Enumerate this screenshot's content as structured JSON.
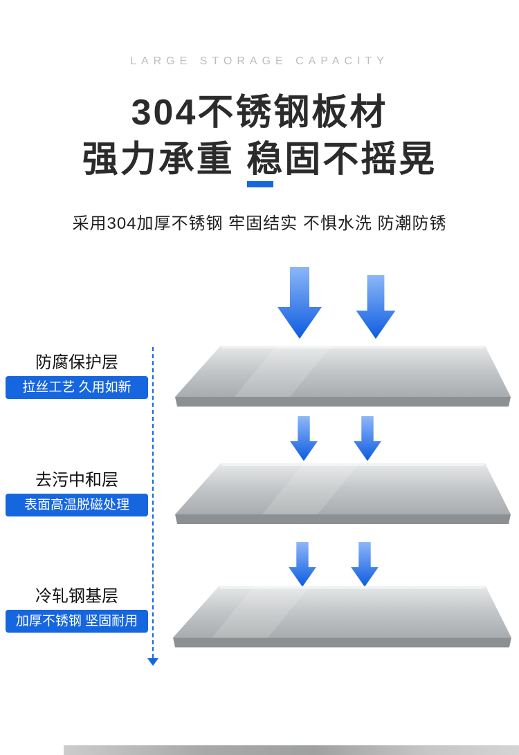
{
  "header": {
    "eyebrow": "LARGE STORAGE CAPACITY",
    "title_line1": "304不锈钢板材",
    "title_line2": "强力承重 稳固不摇晃",
    "subtitle": "采用304加厚不锈钢 牢固结实 不惧水洗 防潮防锈"
  },
  "layers": [
    {
      "label": "防腐保护层",
      "badge": "拉丝工艺 久用如新"
    },
    {
      "label": "去污中和层",
      "badge": "表面高温脱磁处理"
    },
    {
      "label": "冷轧钢基层",
      "badge": "加厚不锈钢 坚固耐用"
    }
  ],
  "icons": {
    "down_arrow": "down-arrow-icon",
    "plate": "steel-plate-illustration"
  },
  "colors": {
    "accent_blue": "#1666e0",
    "title": "#2b2b2b",
    "eyebrow": "#bdbdbd"
  }
}
